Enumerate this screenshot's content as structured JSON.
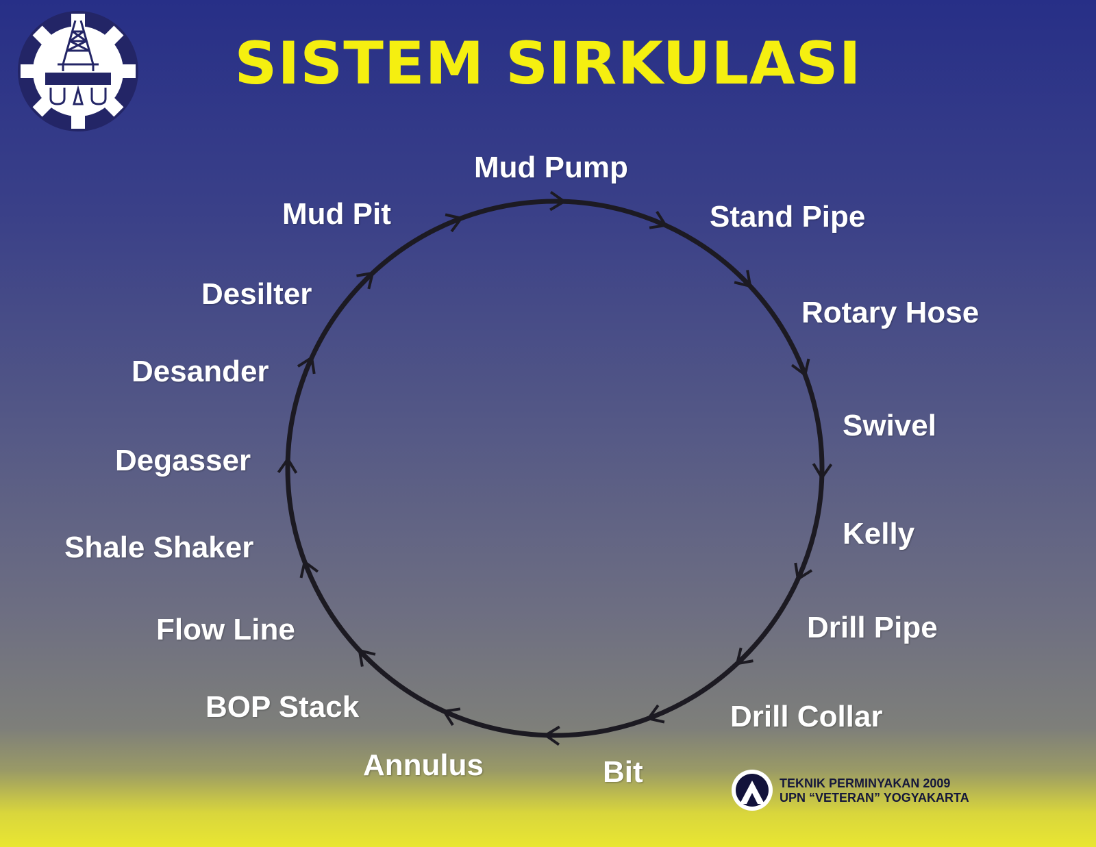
{
  "title": "SISTEM SIRKULASI",
  "labels": {
    "mud_pump": "Mud Pump",
    "stand_pipe": "Stand Pipe",
    "rotary_hose": "Rotary Hose",
    "swivel": "Swivel",
    "kelly": "Kelly",
    "drill_pipe": "Drill Pipe",
    "drill_collar": "Drill Collar",
    "bit": "Bit",
    "annulus": "Annulus",
    "bop_stack": "BOP Stack",
    "flow_line": "Flow Line",
    "shale_shaker": "Shale Shaker",
    "degasser": "Degasser",
    "desander": "Desander",
    "desilter": "Desilter",
    "mud_pit": "Mud Pit"
  },
  "footer": {
    "line1": "TEKNIK PERMINYAKAN 2009",
    "line2": "UPN “VETERAN” YOGYAKARTA"
  },
  "colors": {
    "title": "#f5ef10",
    "label": "#ffffff",
    "cycle_line": "#1c1a22",
    "background_top": "#272f87",
    "background_bottom": "#e9e632"
  },
  "icons": {
    "logo": "drilling-rig-gear-logo",
    "footer_logo": "upn-emblem-icon"
  }
}
